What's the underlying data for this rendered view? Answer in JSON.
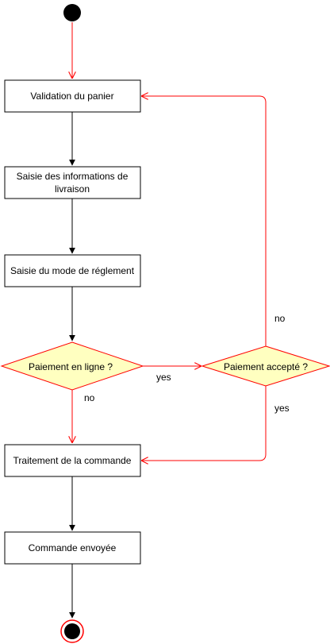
{
  "nodes": {
    "validation": "Validation du panier",
    "saisie_info_line1": "Saisie des informations de",
    "saisie_info_line2": "livraison",
    "saisie_mode": "Saisie du mode de réglement",
    "paiement_en_ligne": "Paiement en ligne ?",
    "paiement_accepte": "Paiement accepté ?",
    "traitement": "Traitement de la commande",
    "commande_envoyee": "Commande envoyée"
  },
  "edge_labels": {
    "en_ligne_yes": "yes",
    "en_ligne_no": "no",
    "accepte_no": "no",
    "accepte_yes": "yes"
  },
  "colors": {
    "decision_fill": "#ffffc0",
    "decision_stroke": "#ff0000",
    "flow_red": "#ff0000",
    "flow_black": "#000000"
  }
}
